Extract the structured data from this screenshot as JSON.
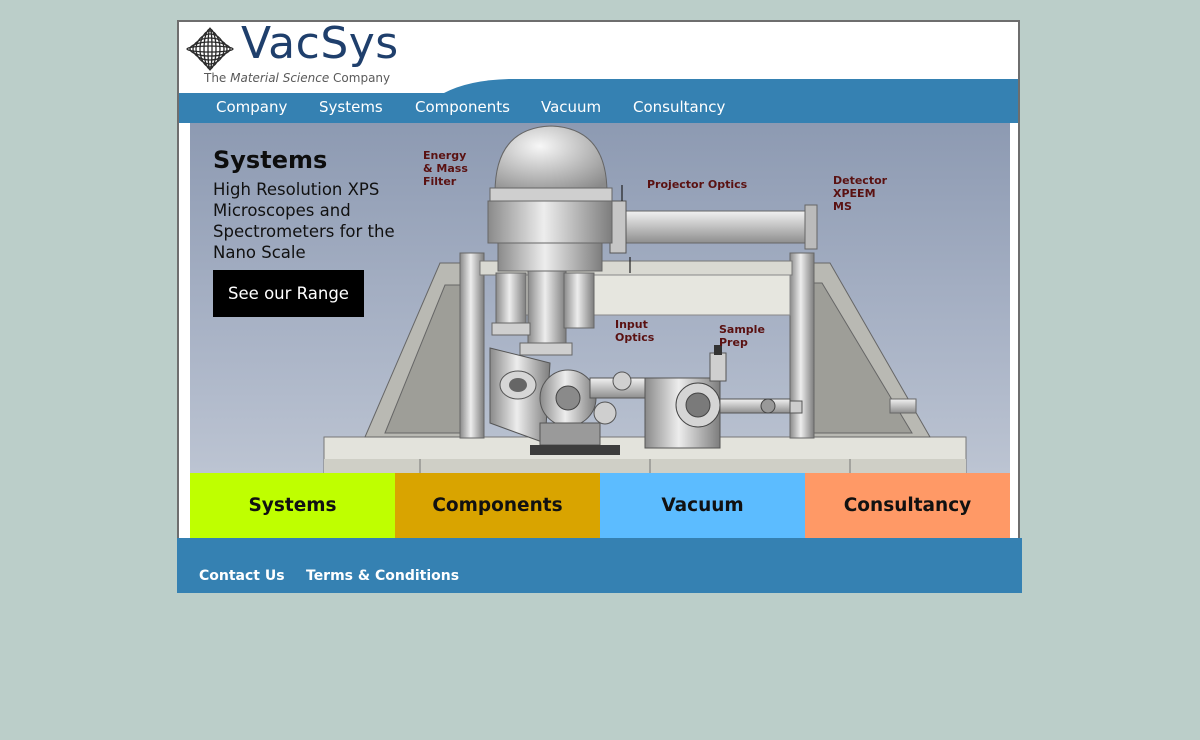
{
  "brand": {
    "name": "VacSys",
    "tagline_pre": "The ",
    "tagline_em": "Material Science",
    "tagline_post": " Company"
  },
  "nav": {
    "items": [
      {
        "label": "Company"
      },
      {
        "label": "Systems"
      },
      {
        "label": "Components"
      },
      {
        "label": "Vacuum"
      },
      {
        "label": "Consultancy"
      }
    ]
  },
  "hero": {
    "title": "Systems",
    "subtitle": "High Resolution XPS Microscopes and Spectrometers for the Nano Scale",
    "cta_label": "See our Range",
    "annotations": {
      "energy_mass_filter": [
        "Energy",
        "& Mass",
        "Filter"
      ],
      "projector_optics": "Projector Optics",
      "detector": [
        "Detector",
        "XPEEM",
        "MS"
      ],
      "input_optics": [
        "Input",
        "Optics"
      ],
      "sample_prep": [
        "Sample",
        "Prep"
      ]
    }
  },
  "tiles": [
    {
      "label": "Systems",
      "color": "#bfff00"
    },
    {
      "label": "Components",
      "color": "#d9a400"
    },
    {
      "label": "Vacuum",
      "color": "#5cbcff"
    },
    {
      "label": "Consultancy",
      "color": "#ff9966"
    }
  ],
  "footer": {
    "links": [
      {
        "label": "Contact Us"
      },
      {
        "label": "Terms & Conditions"
      }
    ]
  },
  "colors": {
    "page_background": "#bbcec9",
    "nav_bar": "#3581b2",
    "brand_text": "#1f3f6c",
    "cta_background": "#000000"
  }
}
